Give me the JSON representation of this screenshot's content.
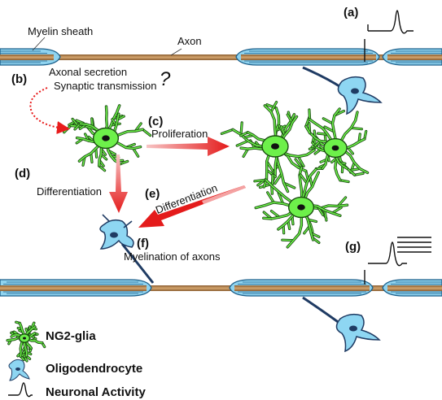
{
  "labels": {
    "myelin_sheath": "Myelin sheath",
    "axon": "Axon",
    "axonal_secretion": "Axonal secretion",
    "synaptic_transmission": "Synaptic transmission",
    "question_mark": "?",
    "proliferation": "Proliferation",
    "differentiation_d": "Differentiation",
    "differentiation_e": "Differentiation",
    "myelination": "Myelination of axons"
  },
  "steps": {
    "a": "(a)",
    "b": "(b)",
    "c": "(c)",
    "d": "(d)",
    "e": "(e)",
    "f": "(f)",
    "g": "(g)"
  },
  "legend": {
    "ng2": "NG2-glia",
    "oligo": "Oligodendrocyte",
    "activity": "Neuronal Activity"
  },
  "colors": {
    "axon": "#c9955a",
    "axon_dark": "#7a5428",
    "myelin": "#8fd3ef",
    "myelin_dark": "#1c5f8a",
    "ng2_fill": "#6df04a",
    "ng2_dark": "#1b4d12",
    "oligo_fill": "#8ed6f2",
    "oligo_dark": "#1f3b63",
    "arrow_red": "#e81c1c"
  }
}
